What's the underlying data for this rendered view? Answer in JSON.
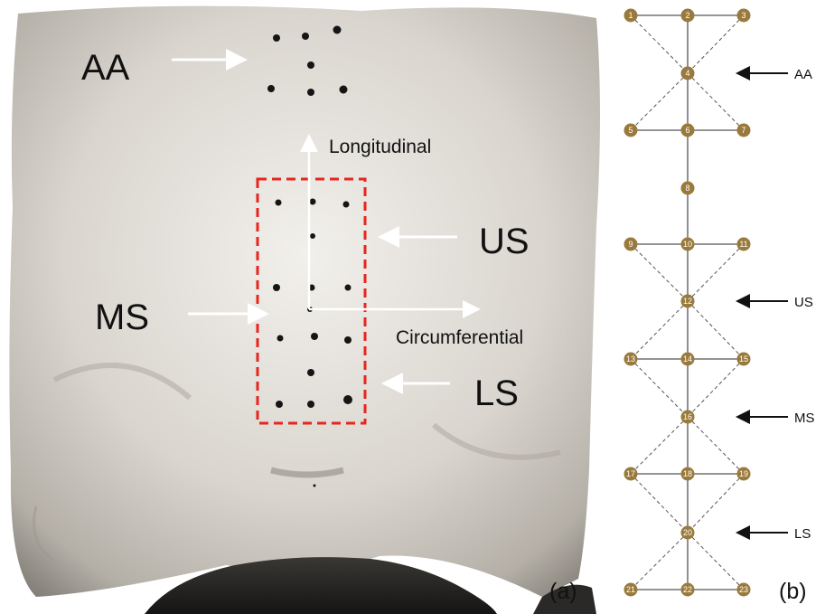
{
  "panel_a": {
    "region_labels": {
      "aa": "AA",
      "us": "US",
      "ms": "MS",
      "ls": "LS"
    },
    "axis_labels": {
      "longitudinal": "Longitudinal",
      "circumferential": "Circumferential"
    },
    "panel_label": "(a)"
  },
  "panel_b": {
    "region_labels": {
      "aa": "AA",
      "us": "US",
      "ms": "MS",
      "ls": "LS"
    },
    "panel_label": "(b)",
    "nodes": [
      "1",
      "2",
      "3",
      "4",
      "5",
      "6",
      "7",
      "8",
      "9",
      "10",
      "11",
      "12",
      "13",
      "14",
      "15",
      "16",
      "17",
      "18",
      "19",
      "20",
      "21",
      "22",
      "23"
    ]
  },
  "colors": {
    "node_fill": "#9a7a3c",
    "dashed_box": "#e8251e",
    "arrow_white": "#ffffff",
    "arrow_black": "#111111",
    "line": "#555555"
  }
}
